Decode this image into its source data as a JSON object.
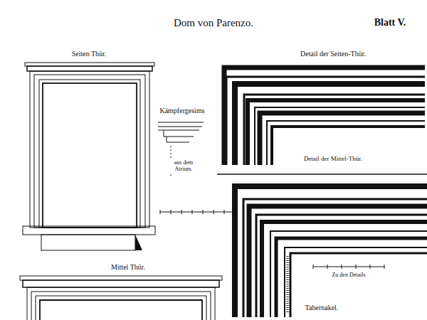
{
  "diagram": {
    "title": "Dom von Parenzo.",
    "labels": [
      "Blatt V.",
      "Seiten Thür.",
      "Kämpfergesims",
      "aus dem Atrium.",
      "Detail der Seiten-Thür.",
      "Detail der Mittel-Thür.",
      "Mittel Thür.",
      "Zu den Details",
      "Tabernakel."
    ]
  }
}
